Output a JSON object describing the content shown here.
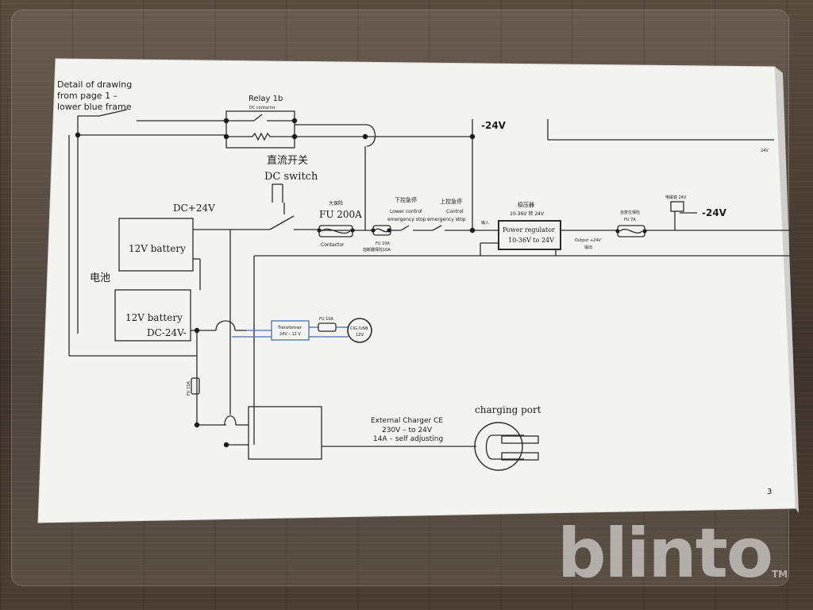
{
  "labels": {
    "note_line1": "Detail of drawing",
    "note_line2": "from page 1 –",
    "note_line3": "lower blue frame",
    "relay": "Relay 1b",
    "relay_sub": "DC contactor",
    "dc_switch_cn": "直流开关",
    "dc_switch": "DC switch",
    "dc24": "DC+24V",
    "battery1": "12V battery",
    "battery2": "12V battery",
    "dc_minus": "DC-24V-",
    "battery_cn": "电池",
    "minus24_top": "-24V",
    "minus24_right": "-24V",
    "fu200_cn": "大保险",
    "fu200": "FU 200A",
    "contactor": "Contactor",
    "fu10_top": "FU 10A",
    "fu10_cn": "熔断器保险10A",
    "lower_cn": "下控急停",
    "lower_stop1": "Lower control",
    "lower_stop2": "emergency stop",
    "upper_cn": "上控急停",
    "upper_stop1": "Control",
    "upper_stop2": "emergency stop",
    "input_cn": "输入",
    "regulator_cn": "稳压器",
    "regulator_cn2": "10-36V 转 24V",
    "regulator1": "Power regulator",
    "regulator2": "10-36V to 24V",
    "output": "Output +24V",
    "output_cn": "输出",
    "fu7a_cn": "自复位保险",
    "fu7a": "FU 7A",
    "electromagnet": "电磁铁 24V",
    "transformer1": "Transformer",
    "transformer2": "24V – 12 V",
    "fu10a_small": "FU 10A",
    "cig1": "CIG./USB",
    "cig2": "12V",
    "fu_vertical": "FU 15A",
    "charger1": "External Charger CE",
    "charger2": "230V – to 24V",
    "charger3": "14A – self adjusting",
    "charging_port": "charging port",
    "page_number": "3",
    "small_right": "24V"
  },
  "watermark": {
    "text": "blinto",
    "mark": "TM"
  },
  "colors": {
    "wire": "#2a2a2a",
    "blue_wire": "#4a6fb0",
    "paper": "#f4f4f2"
  }
}
